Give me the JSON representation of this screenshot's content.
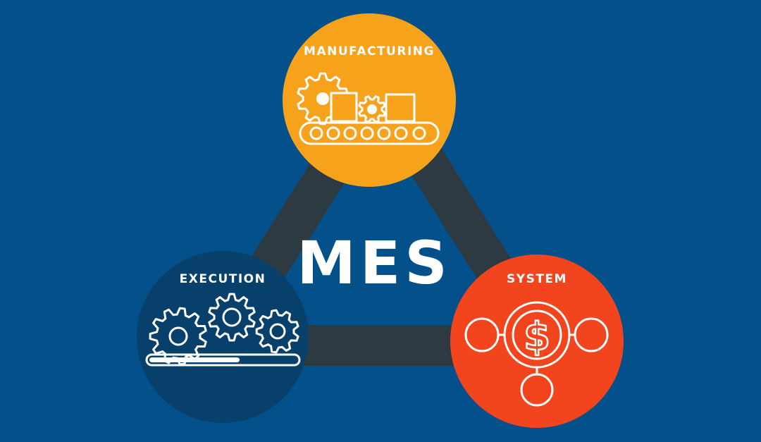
{
  "diagram": {
    "title": "MES",
    "nodes": {
      "manufacturing": {
        "label": "MANUFACTURING",
        "color": "#f7a21b",
        "icon": "conveyor-gears-icon"
      },
      "execution": {
        "label": "EXECUTION",
        "color": "#06406b",
        "icon": "gears-progress-icon"
      },
      "system": {
        "label": "SYSTEM",
        "color": "#f2441d",
        "icon": "dollar-network-icon"
      }
    },
    "connector_color": "#2d3a42",
    "background_color": "#03508a"
  }
}
